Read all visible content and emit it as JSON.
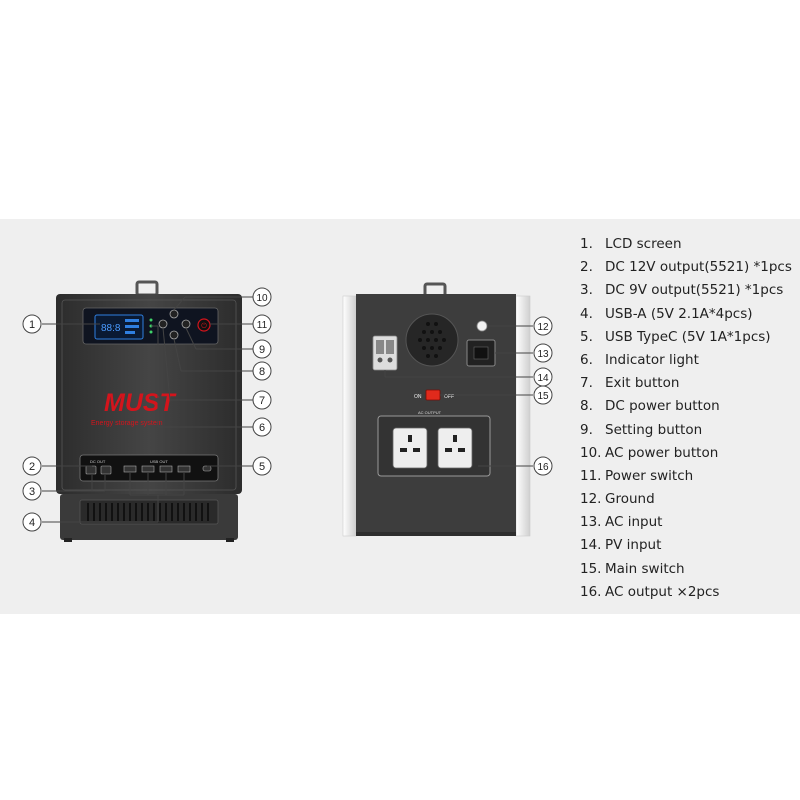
{
  "brand": {
    "name": "MUST",
    "tagline": "Energy storage system"
  },
  "lcd": {
    "readout": "88:8"
  },
  "front_labels": {
    "dc_out": "DC OUT",
    "usb_out": "USB OUT"
  },
  "back_labels": {
    "switch_on": "ON",
    "switch_off": "OFF",
    "ac_output": "AC OUTPUT"
  },
  "callouts": [
    "1",
    "2",
    "3",
    "4",
    "5",
    "6",
    "7",
    "8",
    "9",
    "10",
    "11",
    "12",
    "13",
    "14",
    "15",
    "16"
  ],
  "legend": [
    {
      "num": "1.",
      "text": "LCD screen"
    },
    {
      "num": "2.",
      "text": "DC 12V output(5521) *1pcs"
    },
    {
      "num": "3.",
      "text": "DC 9V output(5521) *1pcs"
    },
    {
      "num": "4.",
      "text": "USB-A (5V 2.1A*4pcs)"
    },
    {
      "num": "5.",
      "text": "USB TypeC (5V 1A*1pcs)"
    },
    {
      "num": "6.",
      "text": "Indicator light"
    },
    {
      "num": "7.",
      "text": "Exit button"
    },
    {
      "num": "8.",
      "text": "DC power button"
    },
    {
      "num": "9.",
      "text": "Setting button"
    },
    {
      "num": "10.",
      "text": "AC power button"
    },
    {
      "num": "11.",
      "text": "Power switch"
    },
    {
      "num": "12.",
      "text": "Ground"
    },
    {
      "num": "13.",
      "text": "AC input"
    },
    {
      "num": "14.",
      "text": "PV input"
    },
    {
      "num": "15.",
      "text": "Main switch"
    },
    {
      "num": "16.",
      "text": "AC output ×2pcs"
    }
  ],
  "colors": {
    "brand_red": "#d4141c",
    "lcd_blue": "#2f7fe0",
    "indicator_green": "#3fd46a",
    "switch_red": "#e02a1c",
    "device_dark": "#3a3a3a"
  }
}
